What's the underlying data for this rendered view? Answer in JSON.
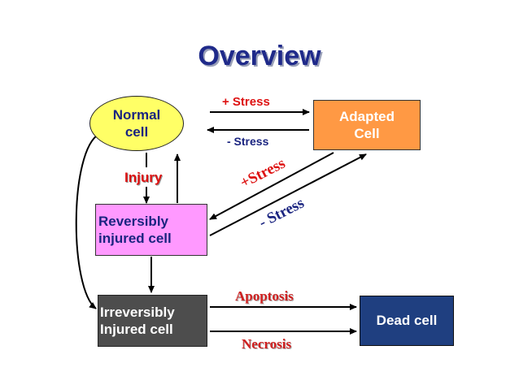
{
  "title": "Overview",
  "nodes": {
    "normal": [
      "Normal",
      "cell"
    ],
    "adapted": [
      "Adapted",
      "Cell"
    ],
    "reversible": [
      "Reversibly",
      "injured cell"
    ],
    "irreversible": [
      "Irreversibly",
      "Injured cell"
    ],
    "dead": "Dead cell"
  },
  "labels": {
    "plus_stress": "+ Stress",
    "minus_stress": "- Stress",
    "injury": "Injury",
    "diag_plus_stress": "+Stress",
    "diag_minus_stress": "- Stress",
    "apoptosis": "Apoptosis",
    "necrosis": "Necrosis"
  },
  "colors": {
    "title": "#1f2a8a",
    "normal_fill": "#ffff66",
    "adapted_fill": "#ff9944",
    "reversible_fill": "#ff99ff",
    "irreversible_fill": "#4d4d4d",
    "dead_fill": "#1f3f80",
    "red_text": "#dd1111",
    "navy_text": "#1a2480"
  }
}
